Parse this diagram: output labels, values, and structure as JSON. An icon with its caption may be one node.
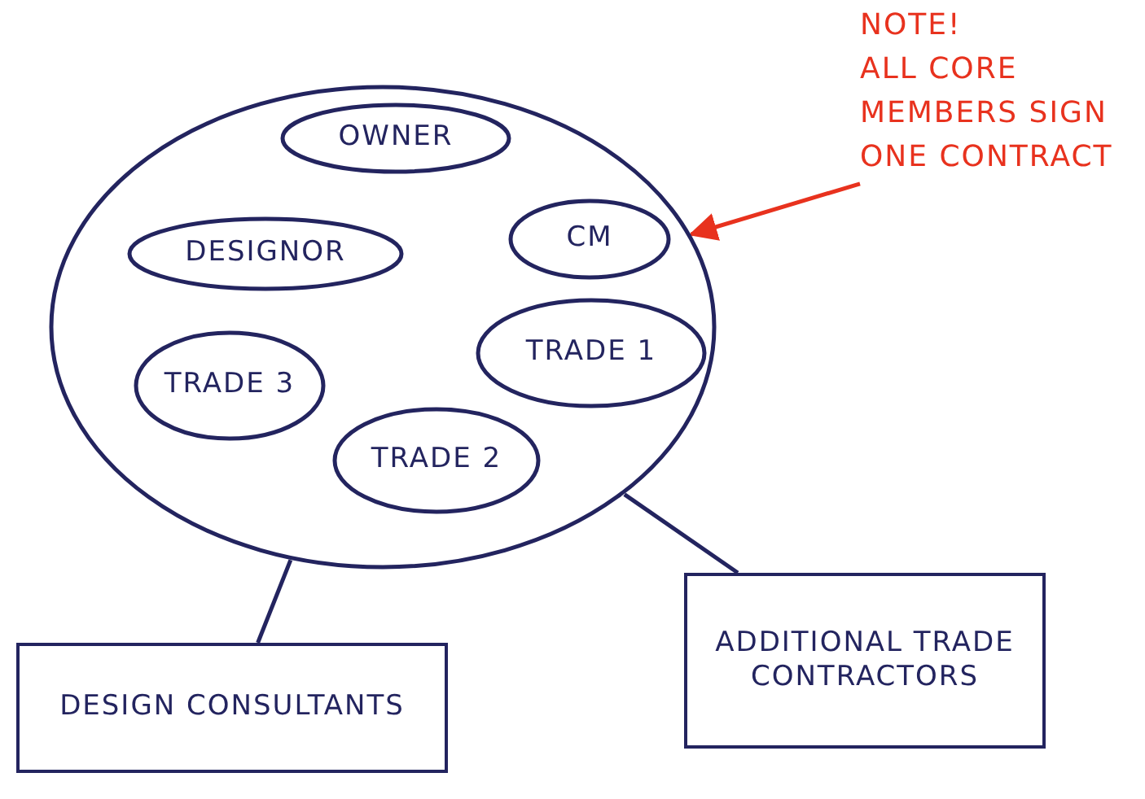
{
  "diagram": {
    "nodes": [
      {
        "text": [],
        "shape": "circle"
      },
      {
        "text": [
          "OWNER"
        ],
        "in": 0
      },
      {
        "text": [
          "DESIGNOR"
        ],
        "in": 0
      },
      {
        "text": [
          "CM"
        ],
        "in": 0
      },
      {
        "text": [
          "TRADE 1"
        ],
        "in": 0
      },
      {
        "text": [
          "TRADE 3"
        ],
        "in": 0
      },
      {
        "text": [
          "TRADE 2"
        ],
        "in": 0
      },
      {
        "text": [
          "DESIGN CONSULTANTS"
        ]
      },
      {
        "text": [
          "ADDITIONAL TRADE CONTRACTORS"
        ]
      },
      {
        "text": [
          "NOTE!",
          "ALL CORE MEMBERS SIGN ONE CONTRACT"
        ]
      }
    ],
    "edges": [
      {
        "from": 9,
        "to": 0,
        "arrow": "to",
        "color": "#e8321e"
      },
      {
        "from": 0,
        "to": 7,
        "arrow": "none"
      },
      {
        "from": 0,
        "to": 8,
        "arrow": "none"
      }
    ]
  }
}
